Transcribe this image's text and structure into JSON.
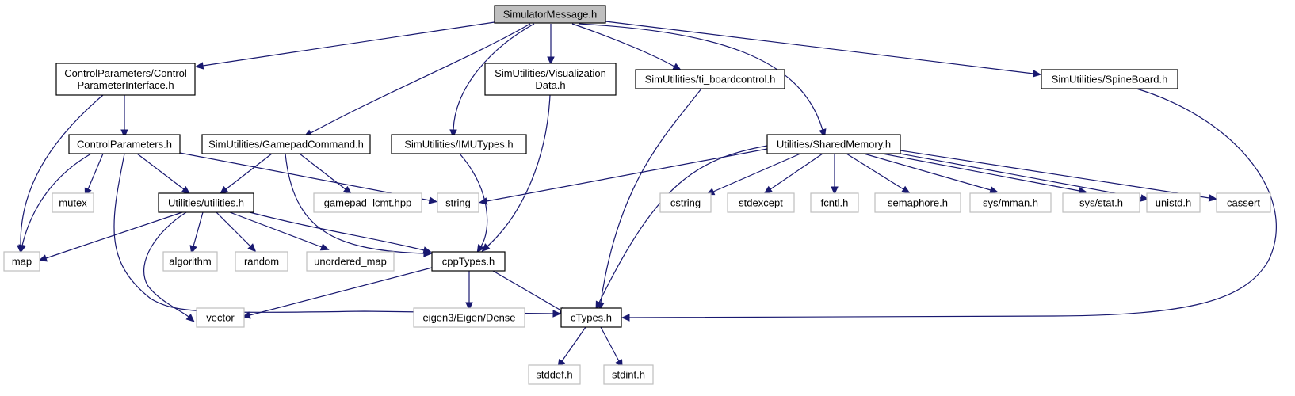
{
  "colors": {
    "edge": "#191970",
    "root_fill": "#bfbfbf",
    "external_border": "#bfbfbf",
    "internal_border": "#000000"
  },
  "nodes": [
    {
      "id": "root",
      "lines": [
        "SimulatorMessage.h"
      ],
      "kind": "root"
    },
    {
      "id": "cpi",
      "lines": [
        "ControlParameters/Control",
        "ParameterInterface.h"
      ],
      "kind": "int"
    },
    {
      "id": "viz",
      "lines": [
        "SimUtilities/Visualization",
        "Data.h"
      ],
      "kind": "int"
    },
    {
      "id": "ti",
      "lines": [
        "SimUtilities/ti_boardcontrol.h"
      ],
      "kind": "int"
    },
    {
      "id": "spine",
      "lines": [
        "SimUtilities/SpineBoard.h"
      ],
      "kind": "int"
    },
    {
      "id": "cp",
      "lines": [
        "ControlParameters.h"
      ],
      "kind": "int"
    },
    {
      "id": "gamepad",
      "lines": [
        "SimUtilities/GamepadCommand.h"
      ],
      "kind": "int"
    },
    {
      "id": "imu",
      "lines": [
        "SimUtilities/IMUTypes.h"
      ],
      "kind": "int"
    },
    {
      "id": "shm",
      "lines": [
        "Utilities/SharedMemory.h"
      ],
      "kind": "int"
    },
    {
      "id": "mutex",
      "lines": [
        "mutex"
      ],
      "kind": "ext"
    },
    {
      "id": "utils",
      "lines": [
        "Utilities/utilities.h"
      ],
      "kind": "int"
    },
    {
      "id": "lcmt",
      "lines": [
        "gamepad_lcmt.hpp"
      ],
      "kind": "ext"
    },
    {
      "id": "string",
      "lines": [
        "string"
      ],
      "kind": "ext"
    },
    {
      "id": "cstring",
      "lines": [
        "cstring"
      ],
      "kind": "ext"
    },
    {
      "id": "stdexcept",
      "lines": [
        "stdexcept"
      ],
      "kind": "ext"
    },
    {
      "id": "fcntl",
      "lines": [
        "fcntl.h"
      ],
      "kind": "ext"
    },
    {
      "id": "semaphore",
      "lines": [
        "semaphore.h"
      ],
      "kind": "ext"
    },
    {
      "id": "mman",
      "lines": [
        "sys/mman.h"
      ],
      "kind": "ext"
    },
    {
      "id": "stat",
      "lines": [
        "sys/stat.h"
      ],
      "kind": "ext"
    },
    {
      "id": "unistd",
      "lines": [
        "unistd.h"
      ],
      "kind": "ext"
    },
    {
      "id": "cassert",
      "lines": [
        "cassert"
      ],
      "kind": "ext"
    },
    {
      "id": "map",
      "lines": [
        "map"
      ],
      "kind": "ext"
    },
    {
      "id": "algorithm",
      "lines": [
        "algorithm"
      ],
      "kind": "ext"
    },
    {
      "id": "random",
      "lines": [
        "random"
      ],
      "kind": "ext"
    },
    {
      "id": "umap",
      "lines": [
        "unordered_map"
      ],
      "kind": "ext"
    },
    {
      "id": "cpptypes",
      "lines": [
        "cppTypes.h"
      ],
      "kind": "int"
    },
    {
      "id": "vector",
      "lines": [
        "vector"
      ],
      "kind": "ext"
    },
    {
      "id": "eigen",
      "lines": [
        "eigen3/Eigen/Dense"
      ],
      "kind": "ext"
    },
    {
      "id": "ctypes",
      "lines": [
        "cTypes.h"
      ],
      "kind": "int"
    },
    {
      "id": "stddef",
      "lines": [
        "stddef.h"
      ],
      "kind": "ext"
    },
    {
      "id": "stdint",
      "lines": [
        "stdint.h"
      ],
      "kind": "ext"
    }
  ],
  "edges": [
    {
      "from": "root",
      "to": "cpi"
    },
    {
      "from": "root",
      "to": "gamepad"
    },
    {
      "from": "root",
      "to": "imu"
    },
    {
      "from": "root",
      "to": "viz"
    },
    {
      "from": "root",
      "to": "ti"
    },
    {
      "from": "root",
      "to": "shm"
    },
    {
      "from": "root",
      "to": "spine"
    },
    {
      "from": "cpi",
      "to": "cp"
    },
    {
      "from": "cpi",
      "to": "map"
    },
    {
      "from": "cp",
      "to": "map"
    },
    {
      "from": "cp",
      "to": "mutex"
    },
    {
      "from": "cp",
      "to": "utils"
    },
    {
      "from": "cp",
      "to": "string"
    },
    {
      "from": "cp",
      "to": "ctypes"
    },
    {
      "from": "gamepad",
      "to": "utils"
    },
    {
      "from": "gamepad",
      "to": "lcmt"
    },
    {
      "from": "gamepad",
      "to": "cpptypes"
    },
    {
      "from": "utils",
      "to": "map"
    },
    {
      "from": "utils",
      "to": "algorithm"
    },
    {
      "from": "utils",
      "to": "random"
    },
    {
      "from": "utils",
      "to": "umap"
    },
    {
      "from": "utils",
      "to": "cpptypes"
    },
    {
      "from": "utils",
      "to": "vector"
    },
    {
      "from": "imu",
      "to": "cpptypes"
    },
    {
      "from": "viz",
      "to": "cpptypes"
    },
    {
      "from": "ti",
      "to": "ctypes"
    },
    {
      "from": "spine",
      "to": "ctypes"
    },
    {
      "from": "shm",
      "to": "string"
    },
    {
      "from": "shm",
      "to": "ctypes"
    },
    {
      "from": "shm",
      "to": "cstring"
    },
    {
      "from": "shm",
      "to": "stdexcept"
    },
    {
      "from": "shm",
      "to": "fcntl"
    },
    {
      "from": "shm",
      "to": "semaphore"
    },
    {
      "from": "shm",
      "to": "mman"
    },
    {
      "from": "shm",
      "to": "stat"
    },
    {
      "from": "shm",
      "to": "unistd"
    },
    {
      "from": "shm",
      "to": "cassert"
    },
    {
      "from": "cpptypes",
      "to": "vector"
    },
    {
      "from": "cpptypes",
      "to": "eigen"
    },
    {
      "from": "cpptypes",
      "to": "ctypes"
    },
    {
      "from": "ctypes",
      "to": "stddef"
    },
    {
      "from": "ctypes",
      "to": "stdint"
    }
  ]
}
